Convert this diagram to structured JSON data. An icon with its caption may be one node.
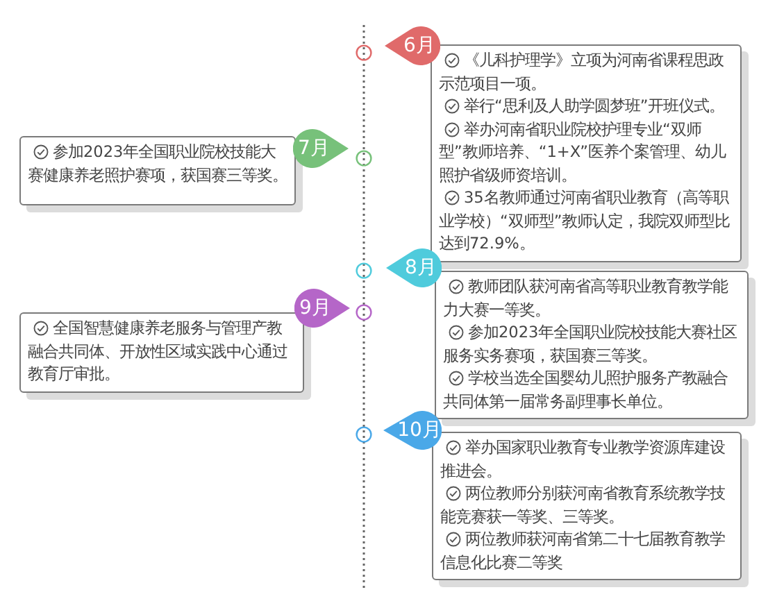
{
  "diagram": {
    "nodes": [
      {
        "text": [],
        "shape": "circle"
      },
      {
        "text": [
          "6月"
        ]
      },
      {
        "text": [
          "《儿科护理学》立项为河南省课程思政示范项目一项。",
          "举行“思利及人助学圆梦班”开班仪式。",
          "举办河南省职业院校护理专业“双师型”教师培养、“1+X”医养个案管理、幼儿照护省级师资培训。",
          "35名教师通过河南省职业教育（高等职业学校）“双师型”教师认定，我院双师型比达到72.9%。"
        ]
      },
      {
        "text": [
          "参加2023年全国职业院校技能大赛健康养老照护赛项，获国赛三等奖。"
        ]
      },
      {
        "text": [
          "7月"
        ]
      },
      {
        "text": [],
        "shape": "circle"
      },
      {
        "text": [],
        "shape": "circle"
      },
      {
        "text": [
          "8月"
        ]
      },
      {
        "text": [],
        "shape": "circle"
      },
      {
        "text": [
          "9月"
        ]
      },
      {
        "text": [
          "全国智慧健康养老服务与管理产教融合共同体、开放性区域实践中心通过教育厅审批。"
        ]
      },
      {
        "text": [
          "教师团队获河南省高等职业教育教学能力大赛一等奖。",
          "参加2023年全国职业院校技能大赛社区服务实务赛项，获国赛三等奖。",
          "学校当选全国婴幼儿照护服务产教融合共同体第一届常务副理事长单位。"
        ]
      },
      {
        "text": [],
        "shape": "circle"
      },
      {
        "text": [
          "10月"
        ]
      },
      {
        "text": [
          "举办国家职业教育专业教学资源库建设推进会。",
          "两位教师分别获河南省教育系统教学技能竞赛获一等奖、三等奖。",
          "两位教师获河南省第二十七届教育教学信息化比赛二等奖"
        ]
      }
    ]
  }
}
